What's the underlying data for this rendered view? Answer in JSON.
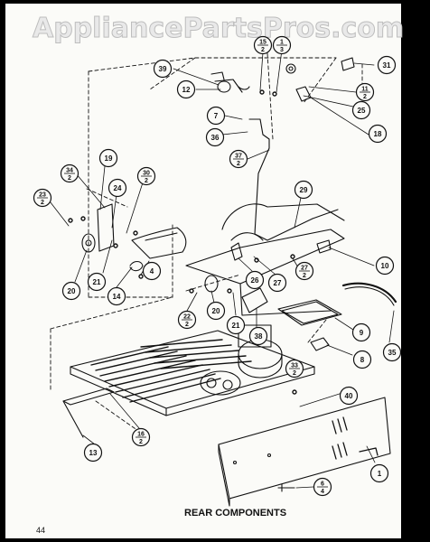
{
  "watermark": "AppliancePartsPros.com",
  "caption": "REAR COMPONENTS",
  "page_number": "44",
  "callouts": [
    {
      "id": "c39",
      "num": "39",
      "den": ""
    },
    {
      "id": "c12",
      "num": "12",
      "den": ""
    },
    {
      "id": "c15",
      "num": "15",
      "den": "2"
    },
    {
      "id": "c1t",
      "num": "1",
      "den": "3"
    },
    {
      "id": "c31",
      "num": "31",
      "den": ""
    },
    {
      "id": "c11",
      "num": "11",
      "den": "2"
    },
    {
      "id": "c25",
      "num": "25",
      "den": ""
    },
    {
      "id": "c7",
      "num": "7",
      "den": ""
    },
    {
      "id": "c36",
      "num": "36",
      "den": ""
    },
    {
      "id": "c18",
      "num": "18",
      "den": ""
    },
    {
      "id": "c37",
      "num": "37",
      "den": "2"
    },
    {
      "id": "c19",
      "num": "19",
      "den": ""
    },
    {
      "id": "c34",
      "num": "34",
      "den": "2"
    },
    {
      "id": "c30",
      "num": "30",
      "den": "2"
    },
    {
      "id": "c23a",
      "num": "23",
      "den": "2"
    },
    {
      "id": "c24",
      "num": "24",
      "den": ""
    },
    {
      "id": "c29",
      "num": "29",
      "den": ""
    },
    {
      "id": "c10",
      "num": "10",
      "den": ""
    },
    {
      "id": "c20a",
      "num": "20",
      "den": ""
    },
    {
      "id": "c21a",
      "num": "21",
      "den": ""
    },
    {
      "id": "c14",
      "num": "14",
      "den": ""
    },
    {
      "id": "c4",
      "num": "4",
      "den": ""
    },
    {
      "id": "c26",
      "num": "26",
      "den": ""
    },
    {
      "id": "c27a",
      "num": "27",
      "den": ""
    },
    {
      "id": "c27b",
      "num": "27",
      "den": "2"
    },
    {
      "id": "c22",
      "num": "22",
      "den": "2"
    },
    {
      "id": "c20b",
      "num": "20",
      "den": ""
    },
    {
      "id": "c21b",
      "num": "21",
      "den": ""
    },
    {
      "id": "c38",
      "num": "38",
      "den": ""
    },
    {
      "id": "c9",
      "num": "9",
      "den": ""
    },
    {
      "id": "c35",
      "num": "35",
      "den": ""
    },
    {
      "id": "c8",
      "num": "8",
      "den": ""
    },
    {
      "id": "c33",
      "num": "33",
      "den": "2"
    },
    {
      "id": "c40",
      "num": "40",
      "den": ""
    },
    {
      "id": "c16",
      "num": "16",
      "den": "2"
    },
    {
      "id": "c13",
      "num": "13",
      "den": ""
    },
    {
      "id": "c1b",
      "num": "1",
      "den": ""
    },
    {
      "id": "c6",
      "num": "6",
      "den": "4"
    }
  ]
}
